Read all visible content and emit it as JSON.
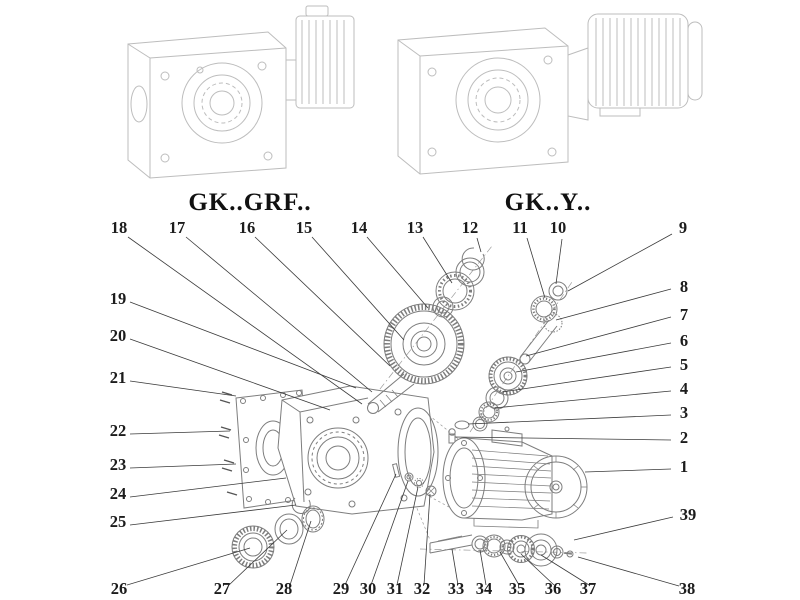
{
  "diagram": {
    "type": "exploded-parts-diagram",
    "subject": "helical-bevel gear reducer exploded view",
    "colors": {
      "background": "#ffffff",
      "faded_line": "#bdbdbd",
      "drawing_line": "#7d7d7d",
      "leader_line": "#3a3a3a",
      "text": "#1c1c1c"
    }
  },
  "variants": [
    {
      "label": "GK..GRF.."
    },
    {
      "label": "GK..Y.."
    }
  ],
  "callouts": [
    {
      "label": "18"
    },
    {
      "label": "17"
    },
    {
      "label": "16"
    },
    {
      "label": "15"
    },
    {
      "label": "14"
    },
    {
      "label": "13"
    },
    {
      "label": "12"
    },
    {
      "label": "11"
    },
    {
      "label": "10"
    },
    {
      "label": "9"
    },
    {
      "label": "8"
    },
    {
      "label": "7"
    },
    {
      "label": "6"
    },
    {
      "label": "5"
    },
    {
      "label": "4"
    },
    {
      "label": "3"
    },
    {
      "label": "2"
    },
    {
      "label": "1"
    },
    {
      "label": "39"
    },
    {
      "label": "19"
    },
    {
      "label": "20"
    },
    {
      "label": "21"
    },
    {
      "label": "22"
    },
    {
      "label": "23"
    },
    {
      "label": "24"
    },
    {
      "label": "25"
    },
    {
      "label": "26"
    },
    {
      "label": "27"
    },
    {
      "label": "28"
    },
    {
      "label": "29"
    },
    {
      "label": "30"
    },
    {
      "label": "31"
    },
    {
      "label": "32"
    },
    {
      "label": "33"
    },
    {
      "label": "34"
    },
    {
      "label": "35"
    },
    {
      "label": "36"
    },
    {
      "label": "37"
    },
    {
      "label": "38"
    }
  ]
}
